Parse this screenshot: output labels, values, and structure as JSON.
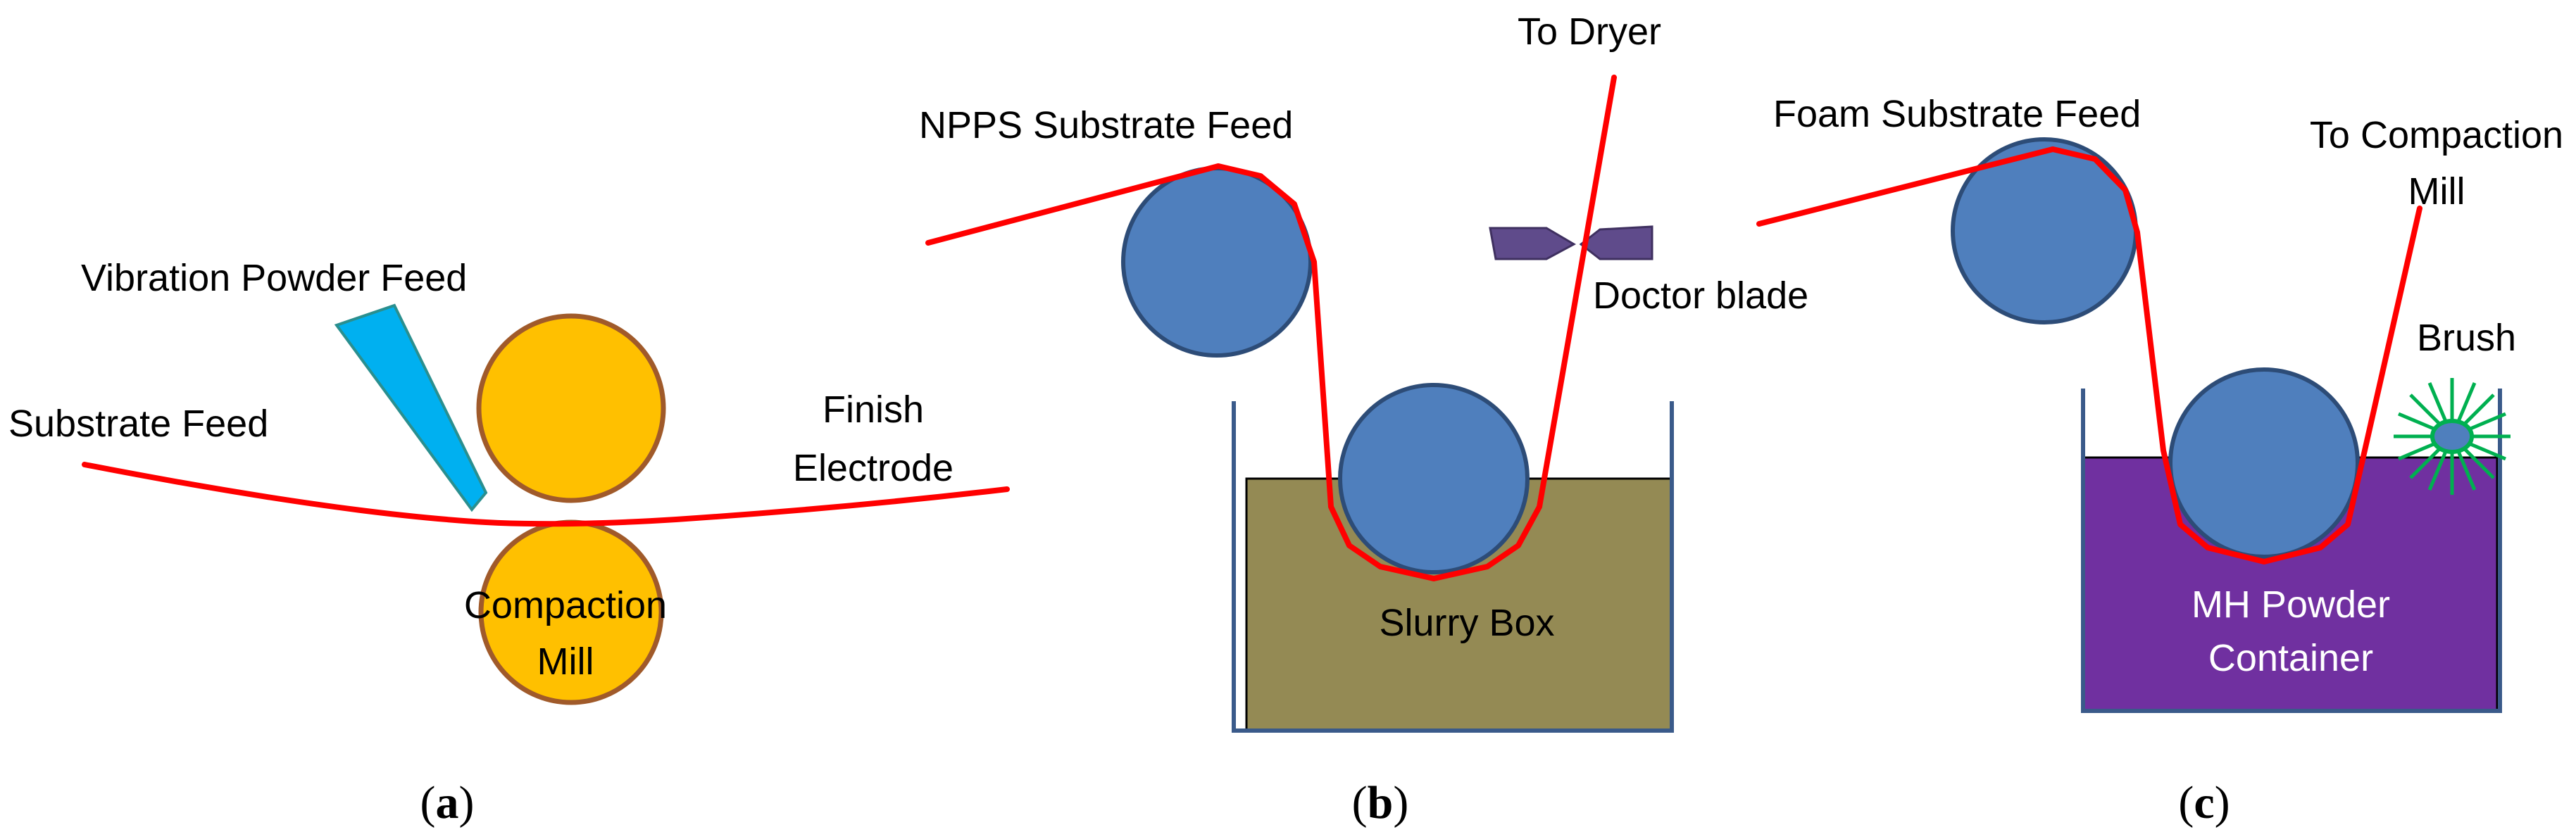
{
  "panel_a": {
    "caption_open": "(",
    "caption_letter": "a",
    "caption_close": ")",
    "vibration_label": "Vibration Powder Feed",
    "substrate_label": "Substrate Feed",
    "finish_label_line1": "Finish",
    "finish_label_line2": "Electrode",
    "mill_label_line1": "Compaction",
    "mill_label_line2": "Mill",
    "colors": {
      "roll": "#ffc000",
      "roll_border": "#a05a2a",
      "feeder": "#00b0f0",
      "sheet": "#ff0000"
    }
  },
  "panel_b": {
    "caption_open": "(",
    "caption_letter": "b",
    "caption_close": ")",
    "feed_label": "NPPS Substrate Feed",
    "dryer_label": "To Dryer",
    "blade_label": "Doctor blade",
    "box_label": "Slurry Box",
    "colors": {
      "roll": "#4f7fbd",
      "slurry": "#948a54",
      "blade": "#5f4b8b",
      "sheet": "#ff0000"
    }
  },
  "panel_c": {
    "caption_open": "(",
    "caption_letter": "c",
    "caption_close": ")",
    "feed_label": "Foam Substrate Feed",
    "mill_label_line1": "To Compaction",
    "mill_label_line2": "Mill",
    "brush_label": "Brush",
    "container_label_line1": "MH Powder",
    "container_label_line2": "Container",
    "colors": {
      "roll": "#4f7fbd",
      "powder": "#7030a0",
      "brush": "#00b050",
      "sheet": "#ff0000"
    }
  }
}
